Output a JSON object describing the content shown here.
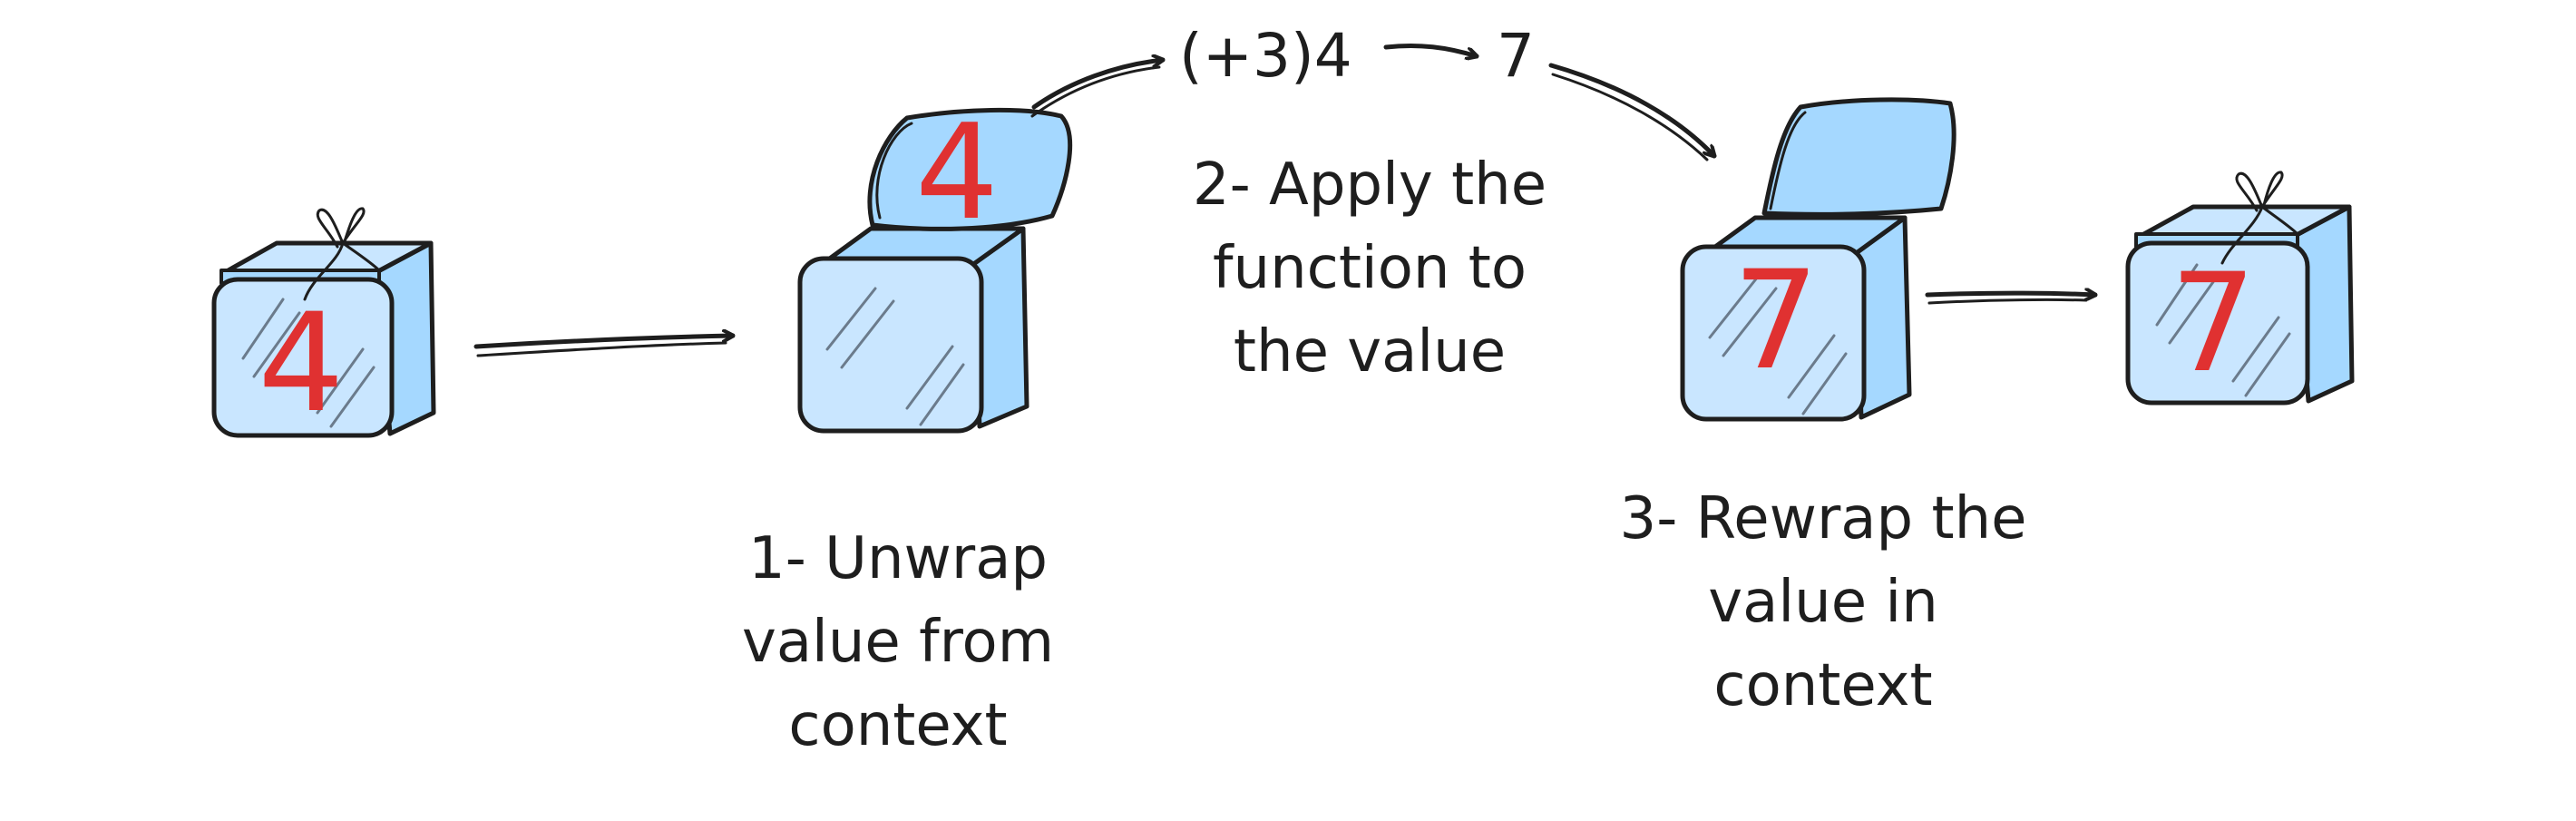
{
  "boxes": [
    {
      "id": "box-wrapped-4",
      "value": "4",
      "state": "wrapped"
    },
    {
      "id": "box-unwrapped-4",
      "value": "4",
      "state": "open"
    },
    {
      "id": "box-unwrapped-7",
      "value": "7",
      "state": "open"
    },
    {
      "id": "box-wrapped-7",
      "value": "7",
      "state": "wrapped"
    }
  ],
  "function_expr": "(+3)4",
  "result_value": "7",
  "steps": [
    {
      "lines": [
        "1- Unwrap",
        "value from",
        "context"
      ]
    },
    {
      "lines": [
        "2- Apply the",
        "function to",
        "the value"
      ]
    },
    {
      "lines": [
        "3- Rewrap the",
        "value in",
        "context"
      ]
    }
  ],
  "colors": {
    "box_fill": "#a5d8ff",
    "box_fill_light": "#c9e6ff",
    "stroke": "#1e1e1e",
    "digit": "#e03131"
  }
}
